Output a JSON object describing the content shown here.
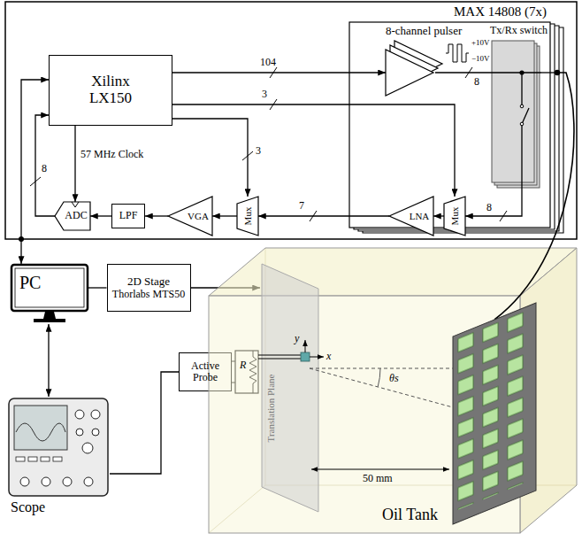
{
  "diagram": {
    "nodes": [
      {
        "text": [
          "Xilinx LX150"
        ]
      },
      {
        "text": [
          "MAX 14808 (7x)"
        ]
      },
      {
        "text": [
          "8-channel pulser"
        ],
        "in": 1
      },
      {
        "text": [
          "Tx/Rx switch"
        ],
        "in": 1
      },
      {
        "text": [
          "LNA"
        ],
        "in": 1
      },
      {
        "text": [
          "Mux"
        ],
        "in": 1
      },
      {
        "text": [
          "Mux"
        ]
      },
      {
        "text": [
          "VGA"
        ]
      },
      {
        "text": [
          "LPF"
        ]
      },
      {
        "text": [
          "ADC"
        ]
      },
      {
        "text": [
          "PC"
        ]
      },
      {
        "text": [
          "2D Stage",
          "Thorlabs MTS50"
        ]
      },
      {
        "text": [
          "Active Probe"
        ]
      },
      {
        "text": [
          "Scope"
        ]
      },
      {
        "text": [
          "Oil Tank"
        ]
      },
      {
        "text": [
          "Translation Plane"
        ],
        "in": 14
      }
    ],
    "edges": [
      {
        "from": 0,
        "to": 2,
        "arrow": "to",
        "label": "104"
      },
      {
        "from": 2,
        "to": 3,
        "arrow": "none",
        "label": "8"
      },
      {
        "from": 0,
        "to": 5,
        "arrow": "to",
        "label": "3"
      },
      {
        "from": 3,
        "to": 5,
        "arrow": "to",
        "label": "8"
      },
      {
        "from": 5,
        "to": 4,
        "arrow": "to"
      },
      {
        "from": 4,
        "to": 6,
        "arrow": "to",
        "label": "7"
      },
      {
        "from": 0,
        "to": 6,
        "arrow": "to",
        "label": "3"
      },
      {
        "from": 6,
        "to": 7,
        "arrow": "to"
      },
      {
        "from": 7,
        "to": 8,
        "arrow": "to"
      },
      {
        "from": 8,
        "to": 9,
        "arrow": "to"
      },
      {
        "from": 9,
        "to": 0,
        "arrow": "to",
        "label": "8"
      },
      {
        "from": 0,
        "to": 9,
        "arrow": "to",
        "label": "57 MHz Clock"
      },
      {
        "from": 0,
        "to": 10,
        "arrow": "both"
      },
      {
        "from": 10,
        "to": 11,
        "arrow": "none"
      },
      {
        "from": 11,
        "to": 15,
        "arrow": "to"
      },
      {
        "from": 10,
        "to": 13,
        "arrow": "both"
      },
      {
        "from": 12,
        "to": 13,
        "arrow": "none"
      }
    ],
    "labels": [
      "+10V",
      "−10V",
      "R",
      "y",
      "x",
      "θs",
      "50 mm"
    ]
  }
}
